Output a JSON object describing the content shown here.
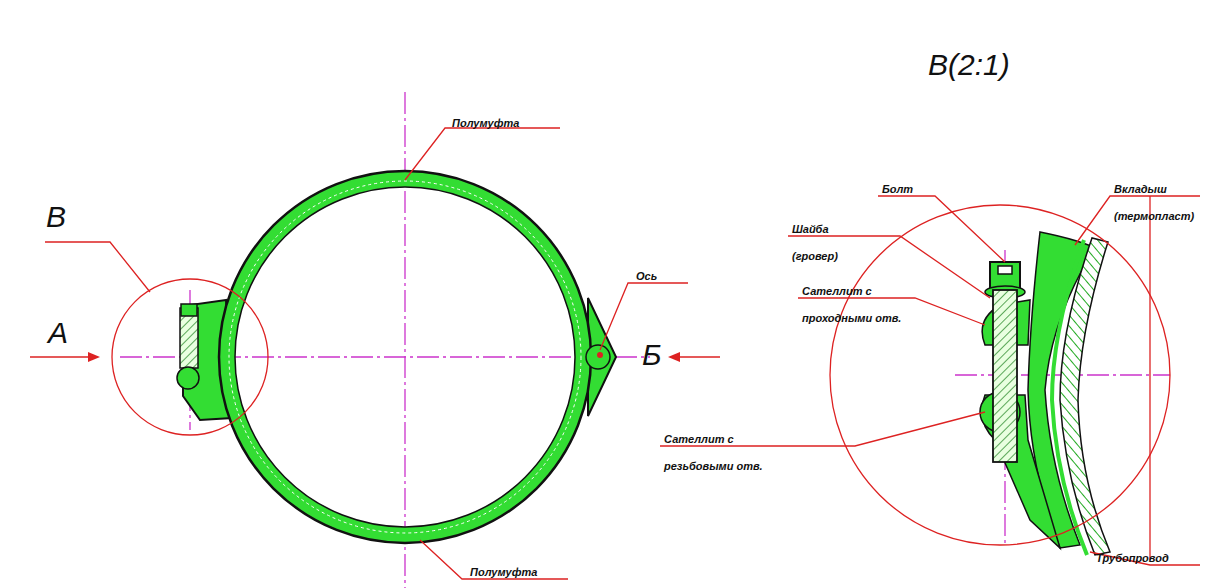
{
  "diagram": {
    "labels": [
      "Полумуфта",
      "В",
      "А",
      "Б",
      "Ось",
      "Полумуфта",
      "В(2:1)",
      "Болт",
      "Шайба (гровер)",
      "Сателлит с проходными отв.",
      "Сателлит с резьбовыми отв.",
      "Вкладыш (термопласт)",
      "Трубопровод"
    ]
  }
}
